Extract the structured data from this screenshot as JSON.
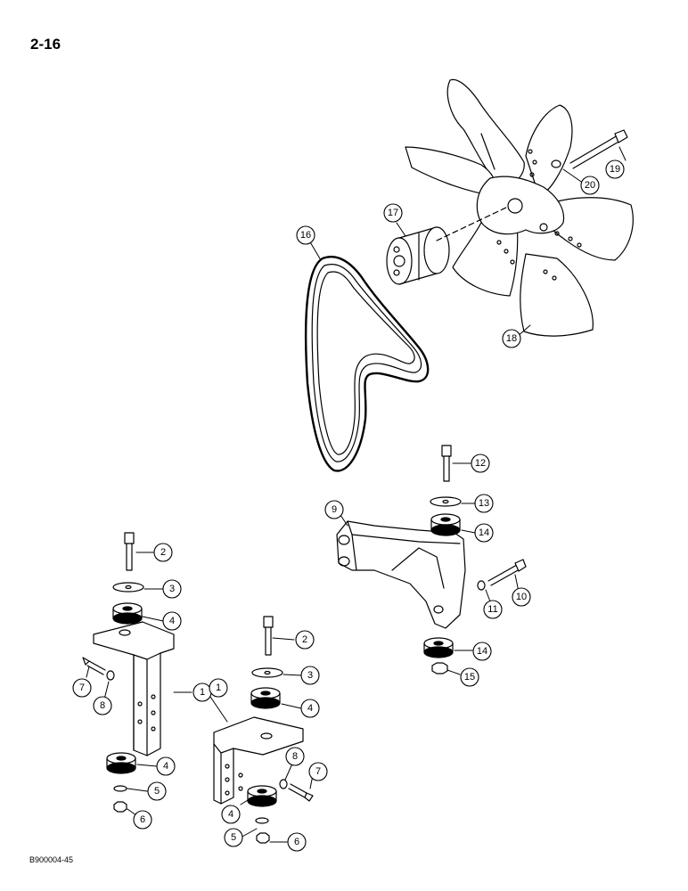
{
  "page": {
    "number": "2-16",
    "figure_code": "B900004-45"
  },
  "callouts": {
    "c1a": "1",
    "c1b": "1",
    "c2a": "2",
    "c2b": "2",
    "c3a": "3",
    "c3b": "3",
    "c4a": "4",
    "c4b": "4",
    "c4c": "4",
    "c4d": "4",
    "c5a": "5",
    "c5b": "5",
    "c6a": "6",
    "c6b": "6",
    "c7a": "7",
    "c7b": "7",
    "c8a": "8",
    "c8b": "8",
    "c9": "9",
    "c10": "10",
    "c11": "11",
    "c12": "12",
    "c13": "13",
    "c14a": "14",
    "c14b": "14",
    "c15": "15",
    "c16": "16",
    "c17": "17",
    "c18": "18",
    "c19": "19",
    "c20": "20"
  }
}
